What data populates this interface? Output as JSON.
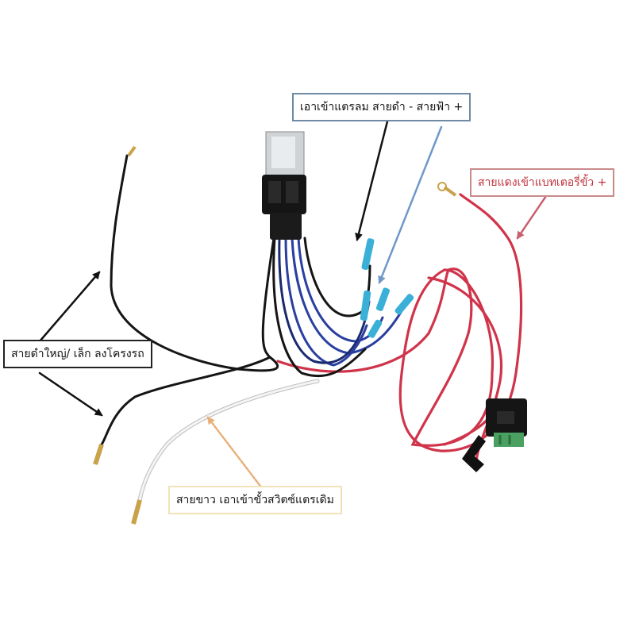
{
  "labels": {
    "horn": "เอาเข้าแตรลม สายดำ -  สายฟ้า +",
    "battery": "สายแดงเข้าแบทเตอรี่ขั้ว +",
    "ground": "สายดำใหญ่/ เล็ก ลงโครงรถ",
    "white": "สายขาว เอาเข้าขั้วสวิตซ์แตรเดิม"
  },
  "colors": {
    "horn_border": "#6f8aa3",
    "battery_border": "#c98a8a",
    "battery_text": "#c0303a",
    "ground_border": "#222222",
    "white_border": "#f1e2b8",
    "wire_black": "#151515",
    "wire_red": "#d0344a",
    "wire_blue": "#2a3fa0",
    "wire_white": "#f4f4f4",
    "arrow_blue": "#6f98c8",
    "arrow_red": "#c86070",
    "arrow_orange": "#e8b078"
  }
}
